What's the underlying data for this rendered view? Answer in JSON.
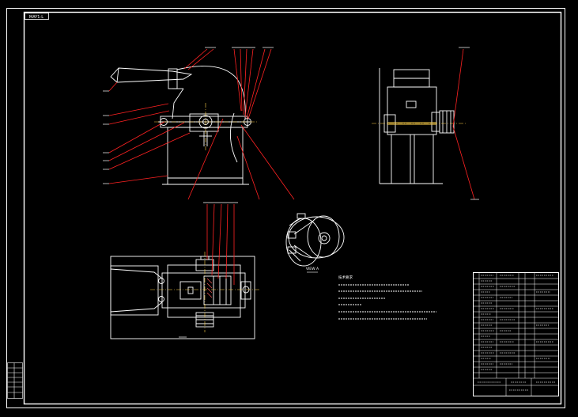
{
  "drawing": {
    "code_tag": "MAY1-L",
    "view_caption": "VIEW A",
    "notes_title": "技术要求",
    "colors": {
      "background": "#000000",
      "outline": "#ffffff",
      "leader": "#ff2222",
      "center_line": "#ffd24a",
      "hatch": "#ff5a5a"
    }
  }
}
